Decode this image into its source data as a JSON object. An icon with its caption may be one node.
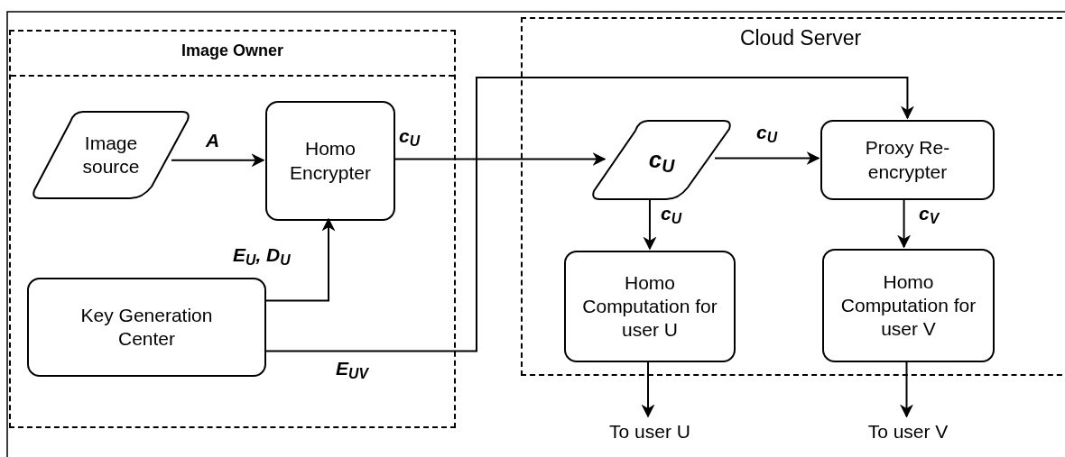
{
  "diagram": {
    "nodes": [
      {
        "text": [
          "Image Owner"
        ]
      },
      {
        "text": [
          "Image source"
        ],
        "in": 0
      },
      {
        "text": [
          "Homo Encrypter"
        ],
        "in": 0
      },
      {
        "text": [
          "Key Generation Center"
        ],
        "in": 0
      },
      {
        "text": [
          "Cloud Server"
        ]
      },
      {
        "text": [
          "c$_{U}$"
        ],
        "in": 4
      },
      {
        "text": [
          "Proxy Re-encrypter"
        ],
        "in": 4
      },
      {
        "text": [
          "Homo Computation for user U"
        ],
        "in": 4
      },
      {
        "text": [
          "Homo Computation for user V"
        ],
        "in": 4
      },
      {
        "text": [
          "To user U"
        ]
      },
      {
        "text": [
          "To user V"
        ]
      }
    ],
    "edges": [
      {
        "from": 1,
        "to": 2,
        "arrow": "to",
        "label": "A"
      },
      {
        "from": 3,
        "to": 2,
        "arrow": "to",
        "label": "E$_{U}$, D$_{U}$"
      },
      {
        "from": 2,
        "to": 5,
        "arrow": "to",
        "label": "c$_{U}$"
      },
      {
        "from": 3,
        "to": 6,
        "arrow": "to",
        "label": "E$_{UV}$"
      },
      {
        "from": 5,
        "to": 6,
        "arrow": "to",
        "label": "c$_{U}$"
      },
      {
        "from": 5,
        "to": 7,
        "arrow": "to",
        "label": "c$_{U}$"
      },
      {
        "from": 6,
        "to": 8,
        "arrow": "to",
        "label": "c$_{V}$"
      },
      {
        "from": 7,
        "to": 9,
        "arrow": "to"
      },
      {
        "from": 8,
        "to": 10,
        "arrow": "to"
      }
    ]
  }
}
